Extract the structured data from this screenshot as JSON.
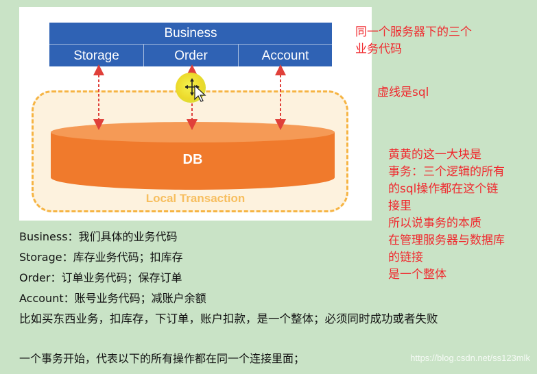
{
  "diagram": {
    "business": "Business",
    "storage": "Storage",
    "order": "Order",
    "account": "Account",
    "db": "DB",
    "local_transaction": "Local Transaction"
  },
  "notes": {
    "note1": [
      "同一个服务器下的三个",
      "业务代码"
    ],
    "note2": "虚线是sql",
    "note3": [
      "黄黄的这一大块是",
      "事务：三个逻辑的所有",
      "的sql操作都在这个链",
      "接里",
      "所以说事务的本质",
      "在管理服务器与数据库",
      "的链接",
      "是一个整体"
    ]
  },
  "body": {
    "line1": "Business：我们具体的业务代码",
    "line2": "Storage：库存业务代码；扣库存",
    "line3": "Order：订单业务代码；保存订单",
    "line4": "Account：账号业务代码；减账户余额",
    "line5": "比如买东西业务，扣库存，下订单，账户扣款，是一个整体；必须同时成功或者失败",
    "line6": "一个事务开始，代表以下的所有操作都在同一个连接里面；"
  },
  "watermark": "https://blog.csdn.net/ss123mlk",
  "colors": {
    "background": "#c9e3c6",
    "business_blue": "#2f62b4",
    "db_orange": "#f07a2c",
    "transaction_yellow": "#f6b443",
    "note_red": "#f0282d",
    "arrow_red": "#e0403a"
  }
}
